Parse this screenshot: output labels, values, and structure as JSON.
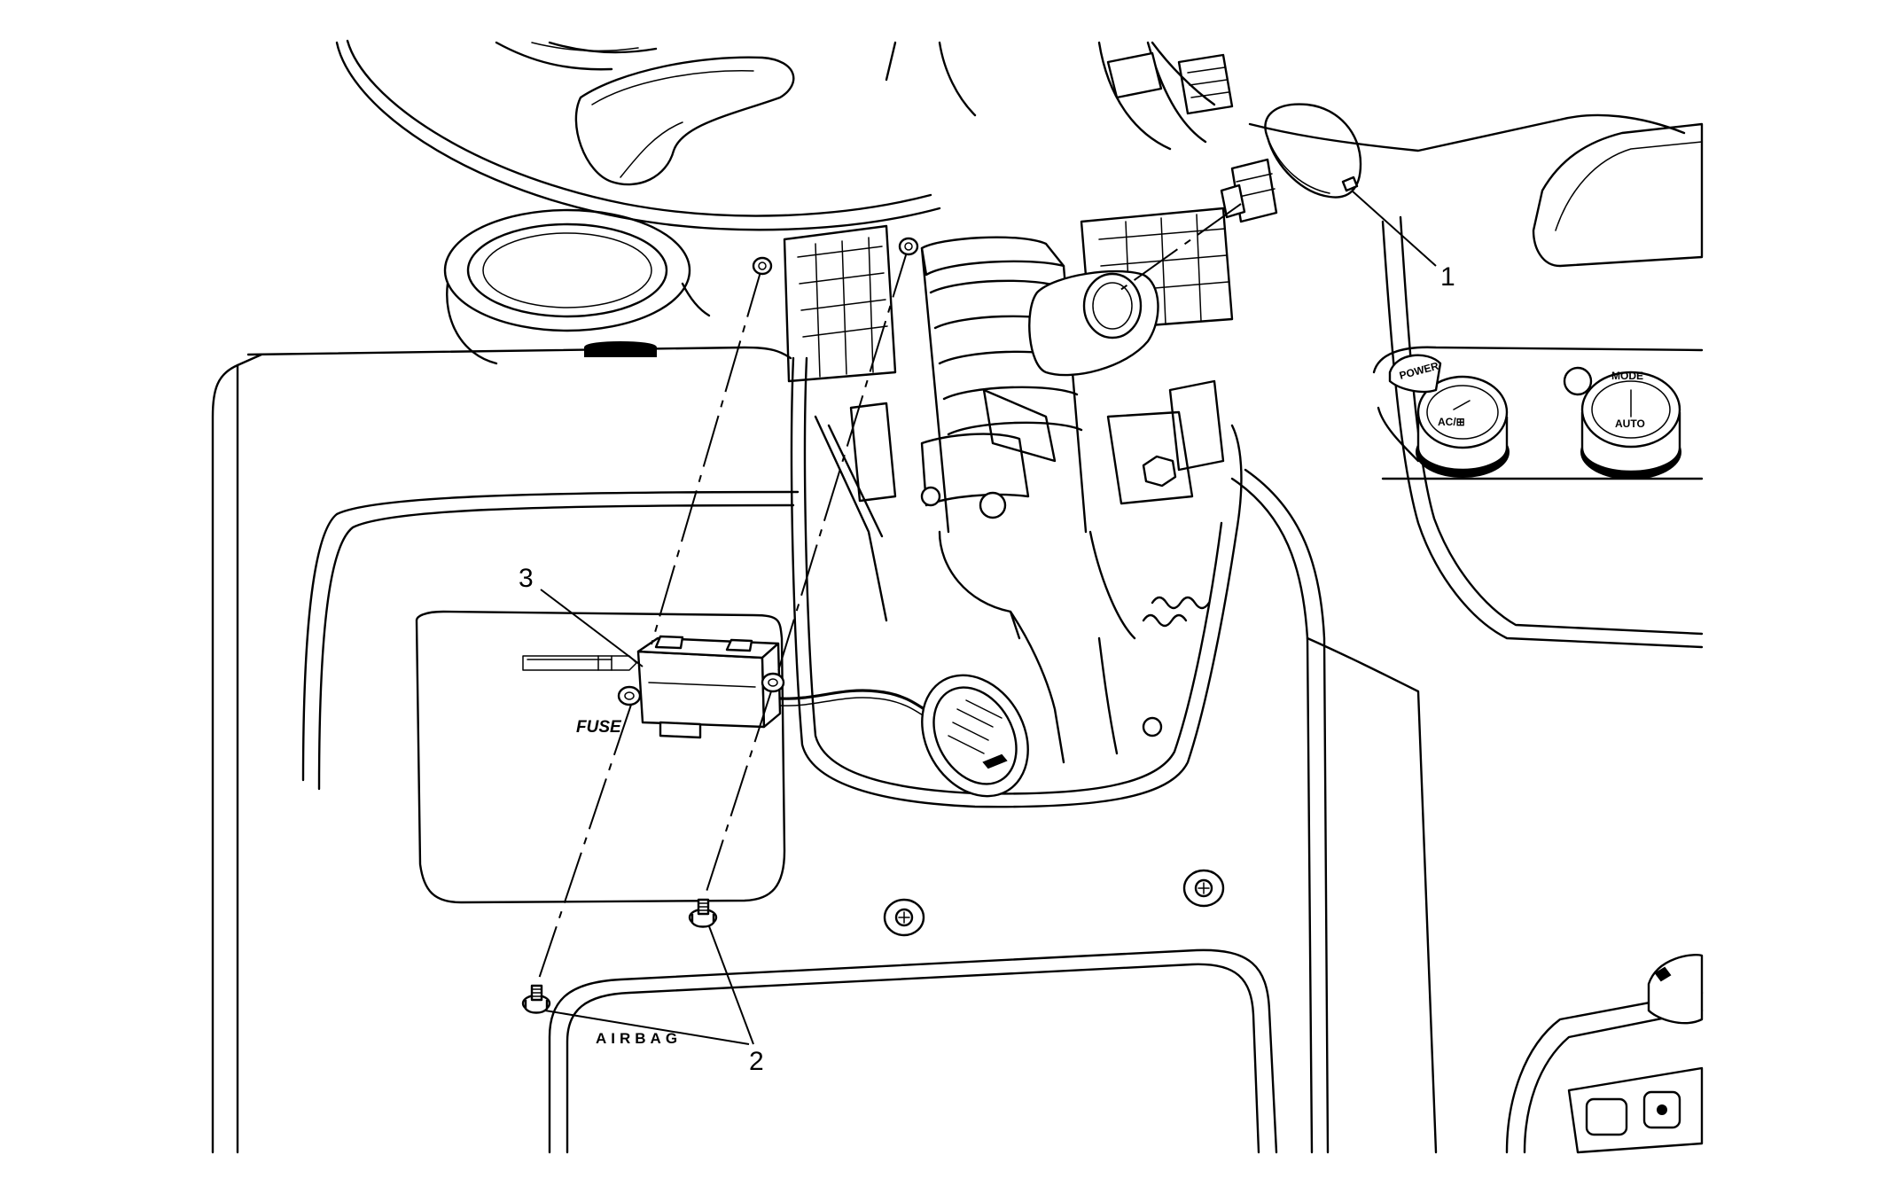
{
  "callouts": [
    {
      "id": "1",
      "text": "1"
    },
    {
      "id": "2",
      "text": "2"
    },
    {
      "id": "3",
      "text": "3"
    }
  ],
  "panel_labels": {
    "fuse": "FUSE",
    "airbag": "AIRBAG"
  },
  "hvac_labels": {
    "power": "POWER",
    "ac": "AC/⊞",
    "mode": "MODE",
    "auto": "AUTO"
  }
}
